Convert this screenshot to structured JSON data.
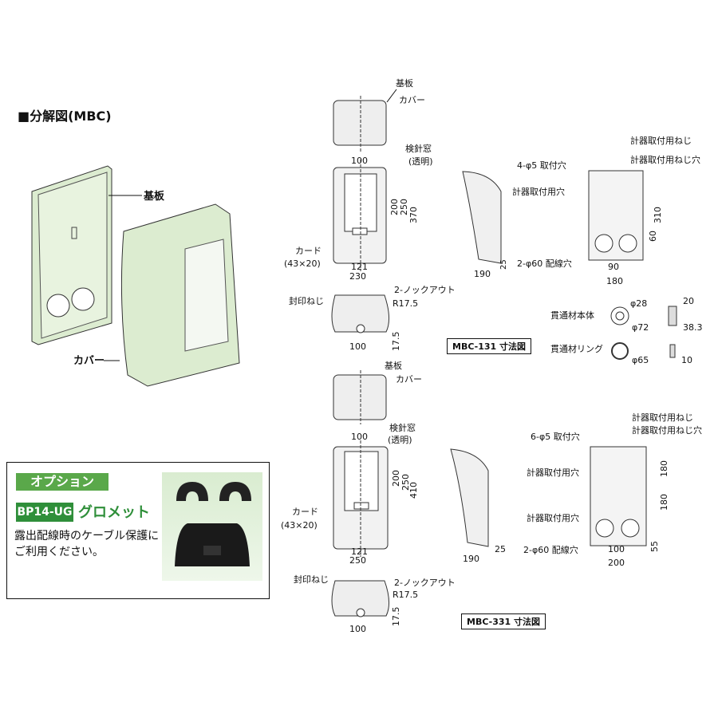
{
  "page_title": "■分解図(MBC)",
  "exploded": {
    "base_label": "基板",
    "cover_label": "カバー"
  },
  "option": {
    "tag": "オプション",
    "model": "BP14-UG",
    "name": "グロメット",
    "description": "露出配線時のケーブル保護にご利用ください。"
  },
  "mbc131": {
    "caption": "MBC-131 寸法図",
    "base": "基板",
    "cover": "カバー",
    "window": "検針窓",
    "window_note": "(透明)",
    "card": "カード",
    "card_size": "(43×20)",
    "dim_100_top": "100",
    "dim_200": "200",
    "dim_250": "250",
    "dim_370": "370",
    "dim_121": "121",
    "dim_230": "230",
    "seal_screw": "封印ねじ",
    "knockout": "2-ノックアウト",
    "r175": "R17.5",
    "dim_100_bot": "100",
    "dim_175": "17.5",
    "side_190": "190",
    "side_25": "25",
    "mount_holes": "4-φ5 取付穴",
    "meter_screw": "計器取付用ねじ",
    "meter_screw_hole": "計器取付用ねじ穴",
    "meter_hole": "計器取付用穴",
    "wiring_holes": "2-φ60 配線穴",
    "dim_310": "310",
    "dim_60": "60",
    "dim_90": "90",
    "dim_180": "180"
  },
  "penetration": {
    "body_label": "貫通材本体",
    "ring_label": "貫通材リング",
    "d28": "φ28",
    "d72": "φ72",
    "d65": "φ65",
    "w20": "20",
    "w383": "38.3",
    "w10": "10"
  },
  "mbc331": {
    "caption": "MBC-331 寸法図",
    "base": "基板",
    "cover": "カバー",
    "window": "検針窓",
    "window_note": "(透明)",
    "card": "カード",
    "card_size": "(43×20)",
    "dim_100_top": "100",
    "dim_200": "200",
    "dim_250": "250",
    "dim_410": "410",
    "dim_121": "121",
    "dim_250w": "250",
    "seal_screw": "封印ねじ",
    "knockout": "2-ノックアウト",
    "r175": "R17.5",
    "dim_100_bot": "100",
    "dim_175": "17.5",
    "side_190": "190",
    "side_25": "25",
    "mount_holes": "6-φ5 取付穴",
    "meter_screw": "計器取付用ねじ",
    "meter_screw_hole": "計器取付用ねじ穴",
    "meter_hole_1": "計器取付用穴",
    "meter_hole_2": "計器取付用穴",
    "wiring_holes": "2-φ60 配線穴",
    "dim_180a": "180",
    "dim_180b": "180",
    "dim_55": "55",
    "dim_100": "100",
    "dim_200w": "200"
  },
  "colors": {
    "body_green": "#e3f0d8",
    "line": "#111111",
    "accent_green": "#5aa84a"
  }
}
